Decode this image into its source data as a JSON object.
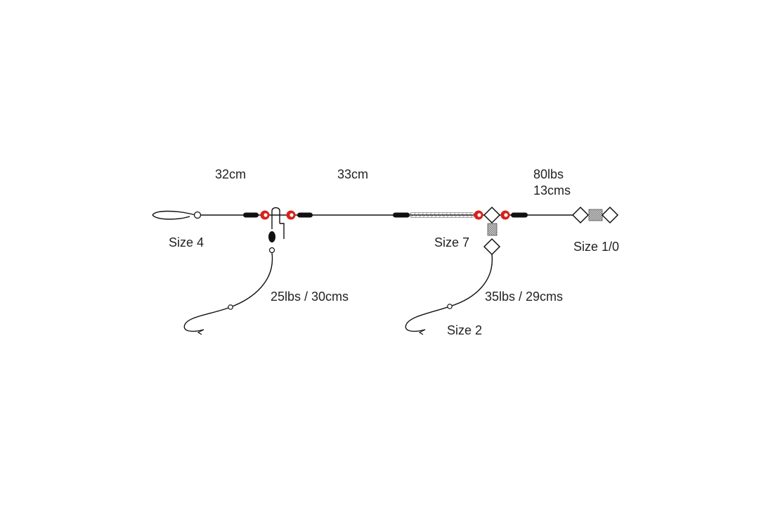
{
  "colors": {
    "line": "#111111",
    "bead_red": "#d9201a",
    "sleeve": "#111111",
    "swivel_fill": "#cfcfcf",
    "text": "#222222"
  },
  "labels": {
    "dist_32": "32cm",
    "dist_33": "33cm",
    "main_lbs": "80lbs",
    "main_cms": "13cms",
    "hook_size_4": "Size 4",
    "hook_size_7": "Size 7",
    "hook_size_10": "Size 1/0",
    "snood_1": "25lbs / 30cms",
    "snood_2": "35lbs / 29cms",
    "hook_size_2": "Size 2"
  }
}
